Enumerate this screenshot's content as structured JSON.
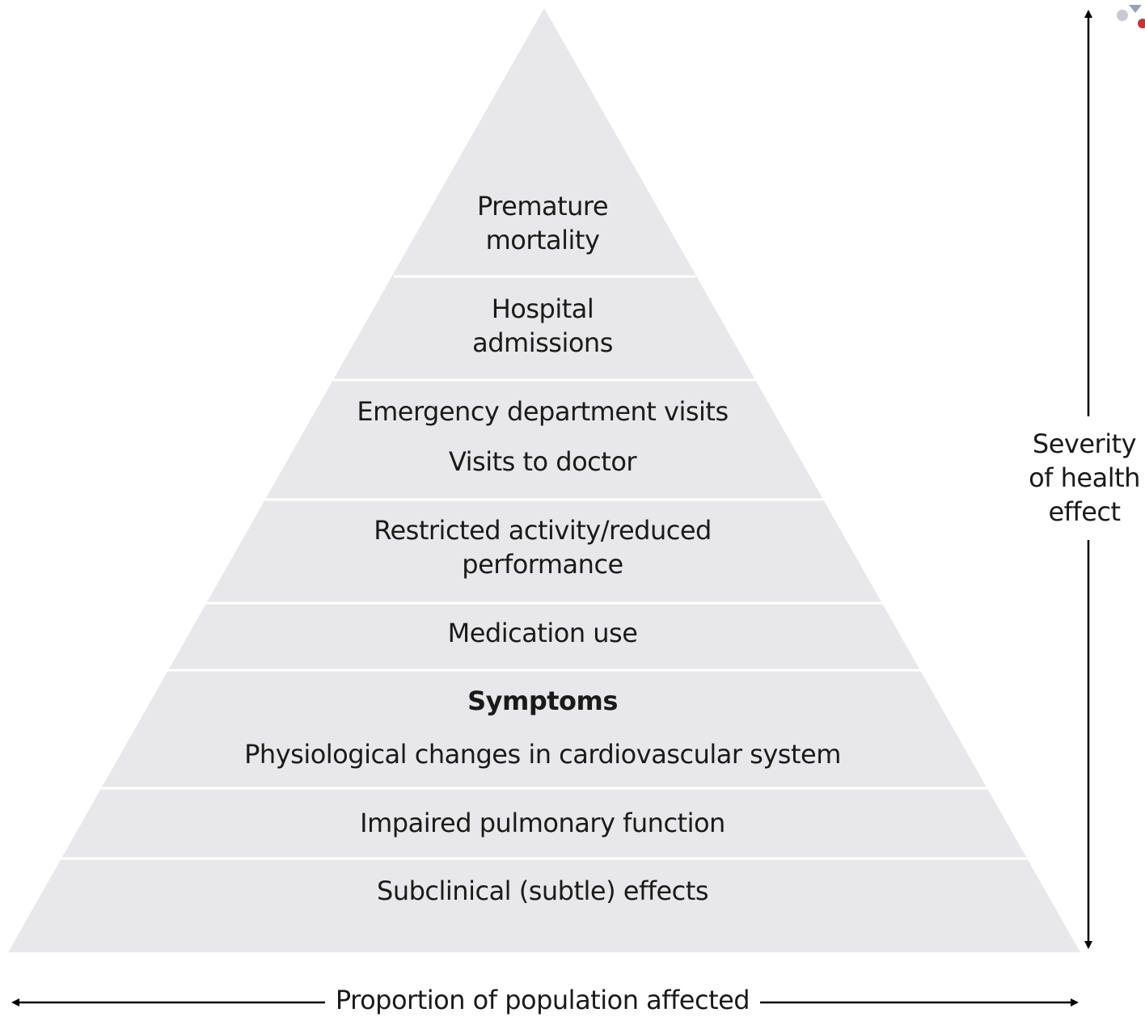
{
  "pyramid": {
    "fill_color": "#e8e8ea",
    "divider_color": "#ffffff",
    "levels": [
      {
        "lines": [
          "Premature",
          "mortality"
        ]
      },
      {
        "lines": [
          "Hospital",
          "admissions"
        ]
      },
      {
        "lines": [
          "Emergency department visits",
          "Visits to doctor"
        ]
      },
      {
        "lines": [
          "Restricted activity/reduced",
          "performance"
        ]
      },
      {
        "lines": [
          "Medication use"
        ]
      },
      {
        "lines": [
          "Symptoms",
          "Physiological changes in cardiovascular system"
        ]
      },
      {
        "lines": [
          "Impaired pulmonary function"
        ]
      },
      {
        "lines": [
          "Subclinical (subtle) effects"
        ]
      }
    ]
  },
  "axes": {
    "vertical_label": [
      "Severity",
      "of health",
      "effect"
    ],
    "horizontal_label": "Proportion of population affected"
  },
  "corner_icon": "slide-decoration-icon"
}
